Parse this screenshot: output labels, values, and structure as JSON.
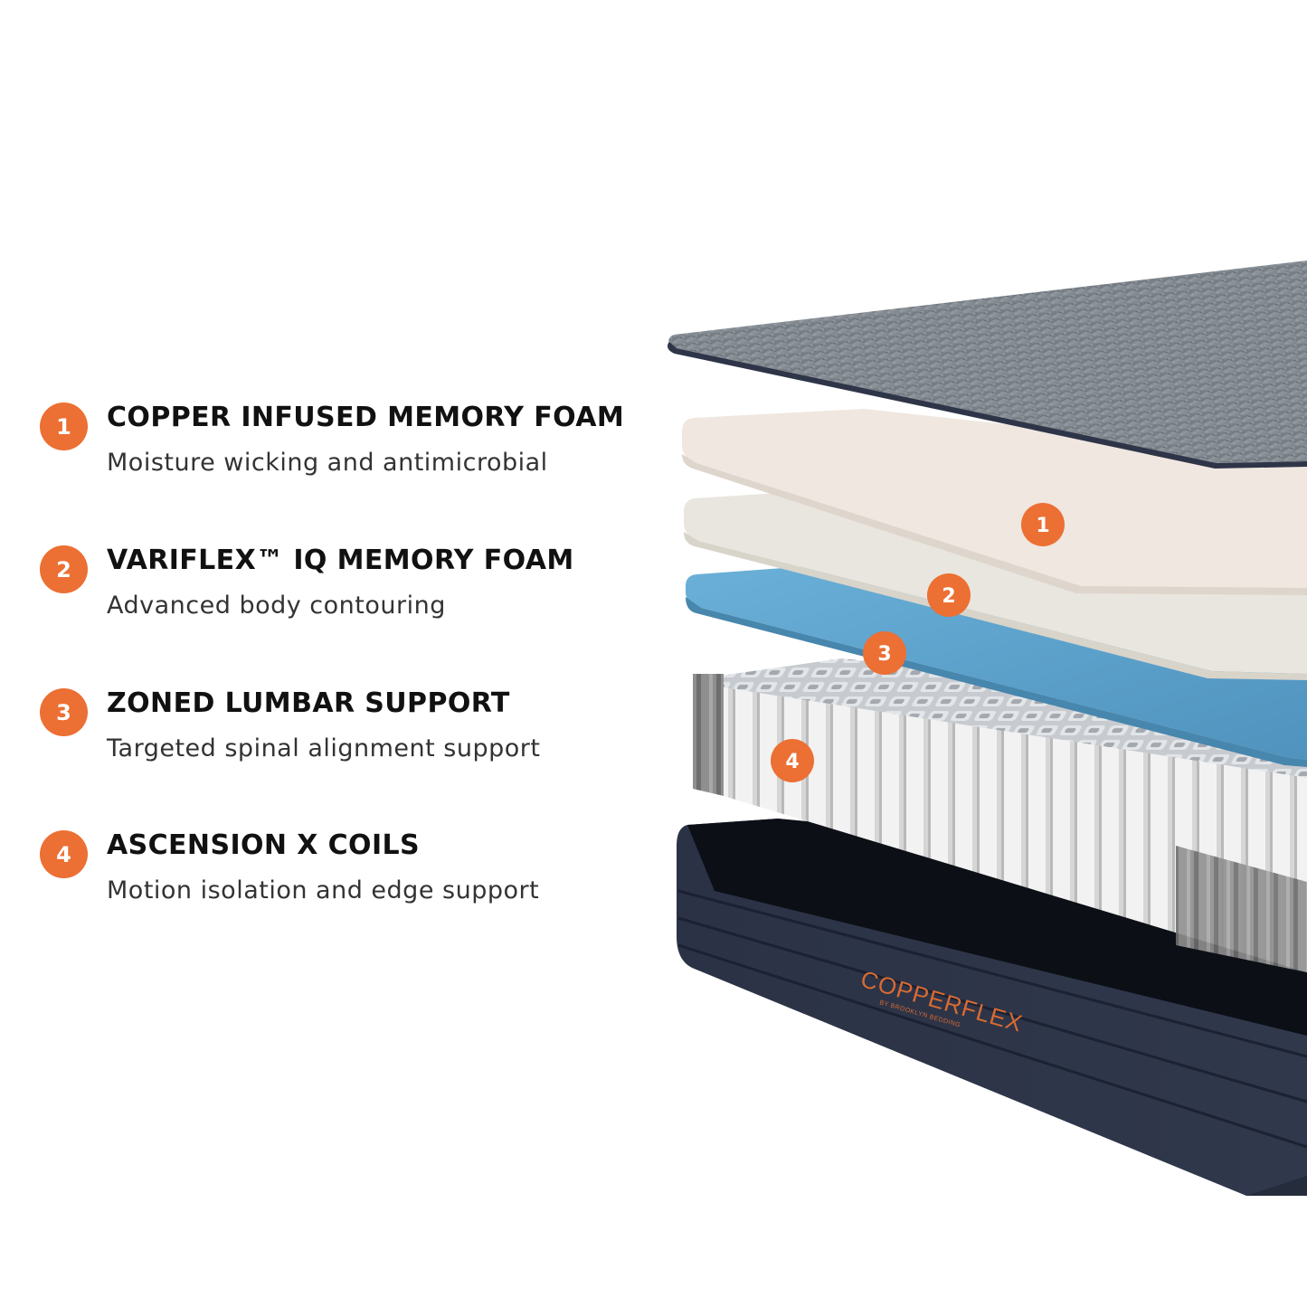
{
  "features": [
    {
      "number": "1",
      "title": "COPPER INFUSED MEMORY FOAM",
      "description": "Moisture wicking and antimicrobial"
    },
    {
      "number": "2",
      "title": "VARIFLEX™ IQ MEMORY FOAM",
      "description": "Advanced body contouring"
    },
    {
      "number": "3",
      "title": "ZONED LUMBAR SUPPORT",
      "description": "Targeted spinal alignment support"
    },
    {
      "number": "4",
      "title": "ASCENSION X COILS",
      "description": "Motion isolation and edge support"
    }
  ],
  "callouts": [
    "1",
    "2",
    "3",
    "4"
  ],
  "brand": {
    "name": "COPPERFLEX",
    "sub": "BY BROOKLYN BEDDING"
  },
  "colors": {
    "accent": "#ec6f33",
    "cover": "#7e858c",
    "copper_foam": "#efe6de",
    "variflex_foam": "#e7e4dc",
    "lumbar_foam": "#5fa3cc",
    "coils": "#e9e9e9",
    "base": "#2a3142"
  }
}
